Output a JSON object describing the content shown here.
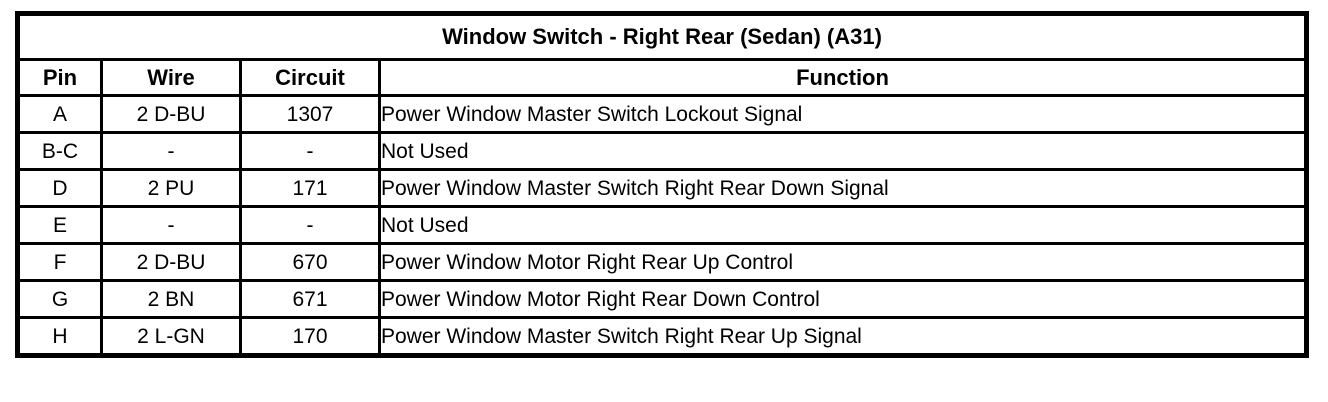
{
  "table": {
    "title": "Window Switch - Right Rear (Sedan) (A31)",
    "columns": {
      "pin": "Pin",
      "wire": "Wire",
      "circuit": "Circuit",
      "function": "Function"
    },
    "rows": [
      {
        "pin": "A",
        "wire": "2 D-BU",
        "circuit": "1307",
        "function": "Power Window Master Switch Lockout Signal"
      },
      {
        "pin": "B-C",
        "wire": "-",
        "circuit": "-",
        "function": "Not Used"
      },
      {
        "pin": "D",
        "wire": "2 PU",
        "circuit": "171",
        "function": "Power Window Master Switch Right Rear Down Signal"
      },
      {
        "pin": "E",
        "wire": "-",
        "circuit": "-",
        "function": "Not Used"
      },
      {
        "pin": "F",
        "wire": "2 D-BU",
        "circuit": "670",
        "function": "Power Window Motor Right Rear Up Control"
      },
      {
        "pin": "G",
        "wire": "2 BN",
        "circuit": "671",
        "function": "Power Window Motor Right Rear Down Control"
      },
      {
        "pin": "H",
        "wire": "2 L-GN",
        "circuit": "170",
        "function": "Power Window Master Switch Right Rear Up Signal"
      }
    ],
    "colors": {
      "border": "#000000",
      "background": "#ffffff",
      "text": "#000000"
    }
  }
}
